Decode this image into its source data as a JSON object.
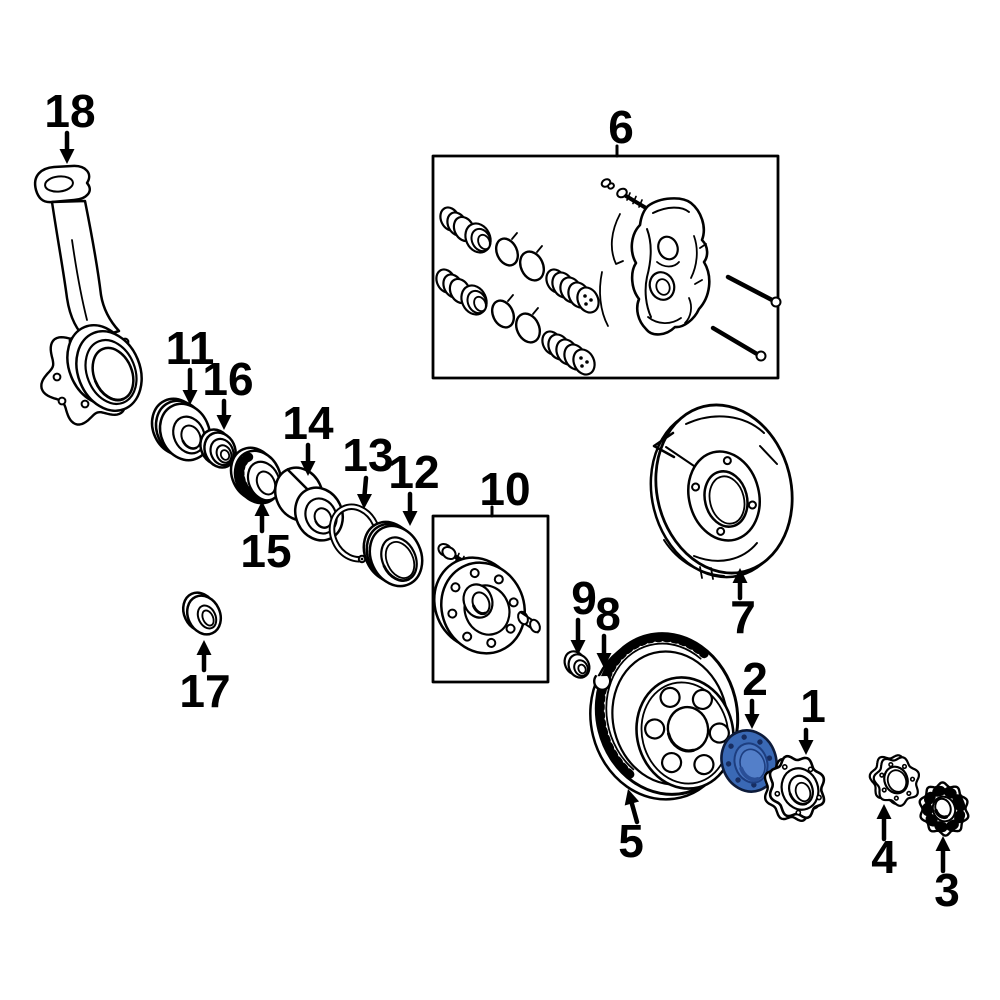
{
  "figure": {
    "background_color": "#ffffff",
    "line_color": "#000000",
    "highlight_color": "#3a69b5",
    "highlighted_callout": "2"
  },
  "callouts": [
    {
      "number": "1"
    },
    {
      "number": "2"
    },
    {
      "number": "3"
    },
    {
      "number": "4"
    },
    {
      "number": "5"
    },
    {
      "number": "6"
    },
    {
      "number": "7"
    },
    {
      "number": "8"
    },
    {
      "number": "9"
    },
    {
      "number": "10"
    },
    {
      "number": "11"
    },
    {
      "number": "12"
    },
    {
      "number": "13"
    },
    {
      "number": "14"
    },
    {
      "number": "15"
    },
    {
      "number": "16"
    },
    {
      "number": "17"
    },
    {
      "number": "18"
    }
  ]
}
